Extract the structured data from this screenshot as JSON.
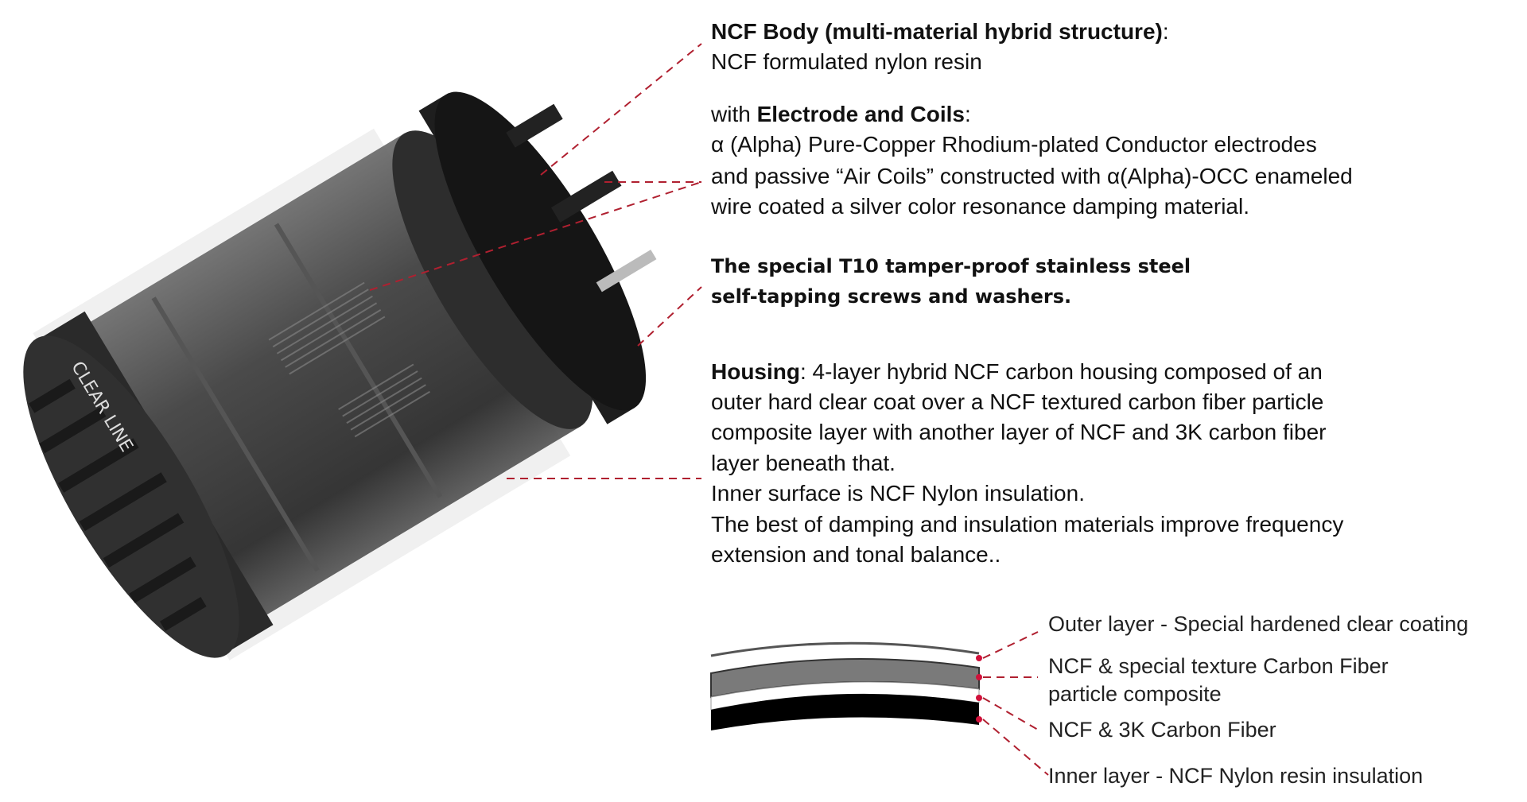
{
  "body": {
    "title": "NCF Body (multi-material hybrid structure)",
    "colon": ":",
    "line1": "NCF formulated nylon resin"
  },
  "electrode": {
    "prefix": "with ",
    "title": "Electrode and Coils",
    "colon": ":",
    "lines": [
      "α (Alpha) Pure-Copper Rhodium-plated Conductor electrodes",
      "and passive “Air Coils” constructed with α(Alpha)-OCC enameled",
      "wire coated a silver color resonance damping material."
    ]
  },
  "screws": {
    "lines": [
      "The special T10 tamper-proof stainless steel",
      "self-tapping screws and washers."
    ]
  },
  "housing": {
    "title": "Housing",
    "rest": ": 4-layer hybrid NCF carbon housing composed of an",
    "lines": [
      "outer hard clear coat over a NCF textured carbon fiber particle",
      "composite layer with another layer of NCF and 3K carbon fiber",
      "layer beneath that.",
      "Inner surface is NCF Nylon insulation.",
      "The best of damping and insulation materials improve frequency",
      "extension and tonal balance.."
    ]
  },
  "layers": [
    "Outer layer - Special hardened clear coating",
    "NCF & special texture Carbon Fiber",
    "particle composite",
    "NCF & 3K Carbon Fiber",
    "Inner layer - NCF Nylon resin insulation"
  ],
  "logo_text": "CLEAR LINE",
  "colors": {
    "leader": "#b02030",
    "dot": "#d0103a"
  }
}
